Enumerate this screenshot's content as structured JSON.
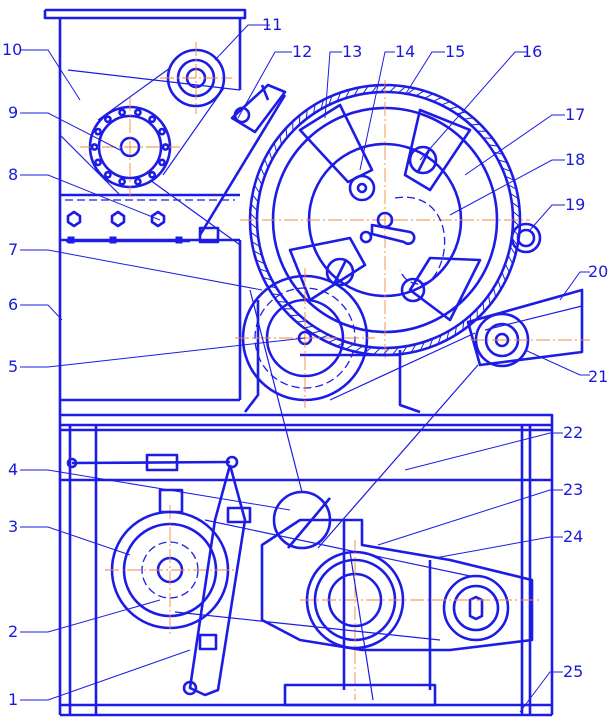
{
  "figure": {
    "type": "mechanical assembly drawing",
    "colors": {
      "outline": "#1c1ce6",
      "axis": "#f08a3c",
      "background": "#ffffff"
    }
  },
  "callouts": [
    "1",
    "2",
    "3",
    "4",
    "5",
    "6",
    "7",
    "8",
    "9",
    "10",
    "11",
    "12",
    "13",
    "14",
    "15",
    "16",
    "17",
    "18",
    "19",
    "20",
    "21",
    "22",
    "23",
    "24",
    "25"
  ]
}
